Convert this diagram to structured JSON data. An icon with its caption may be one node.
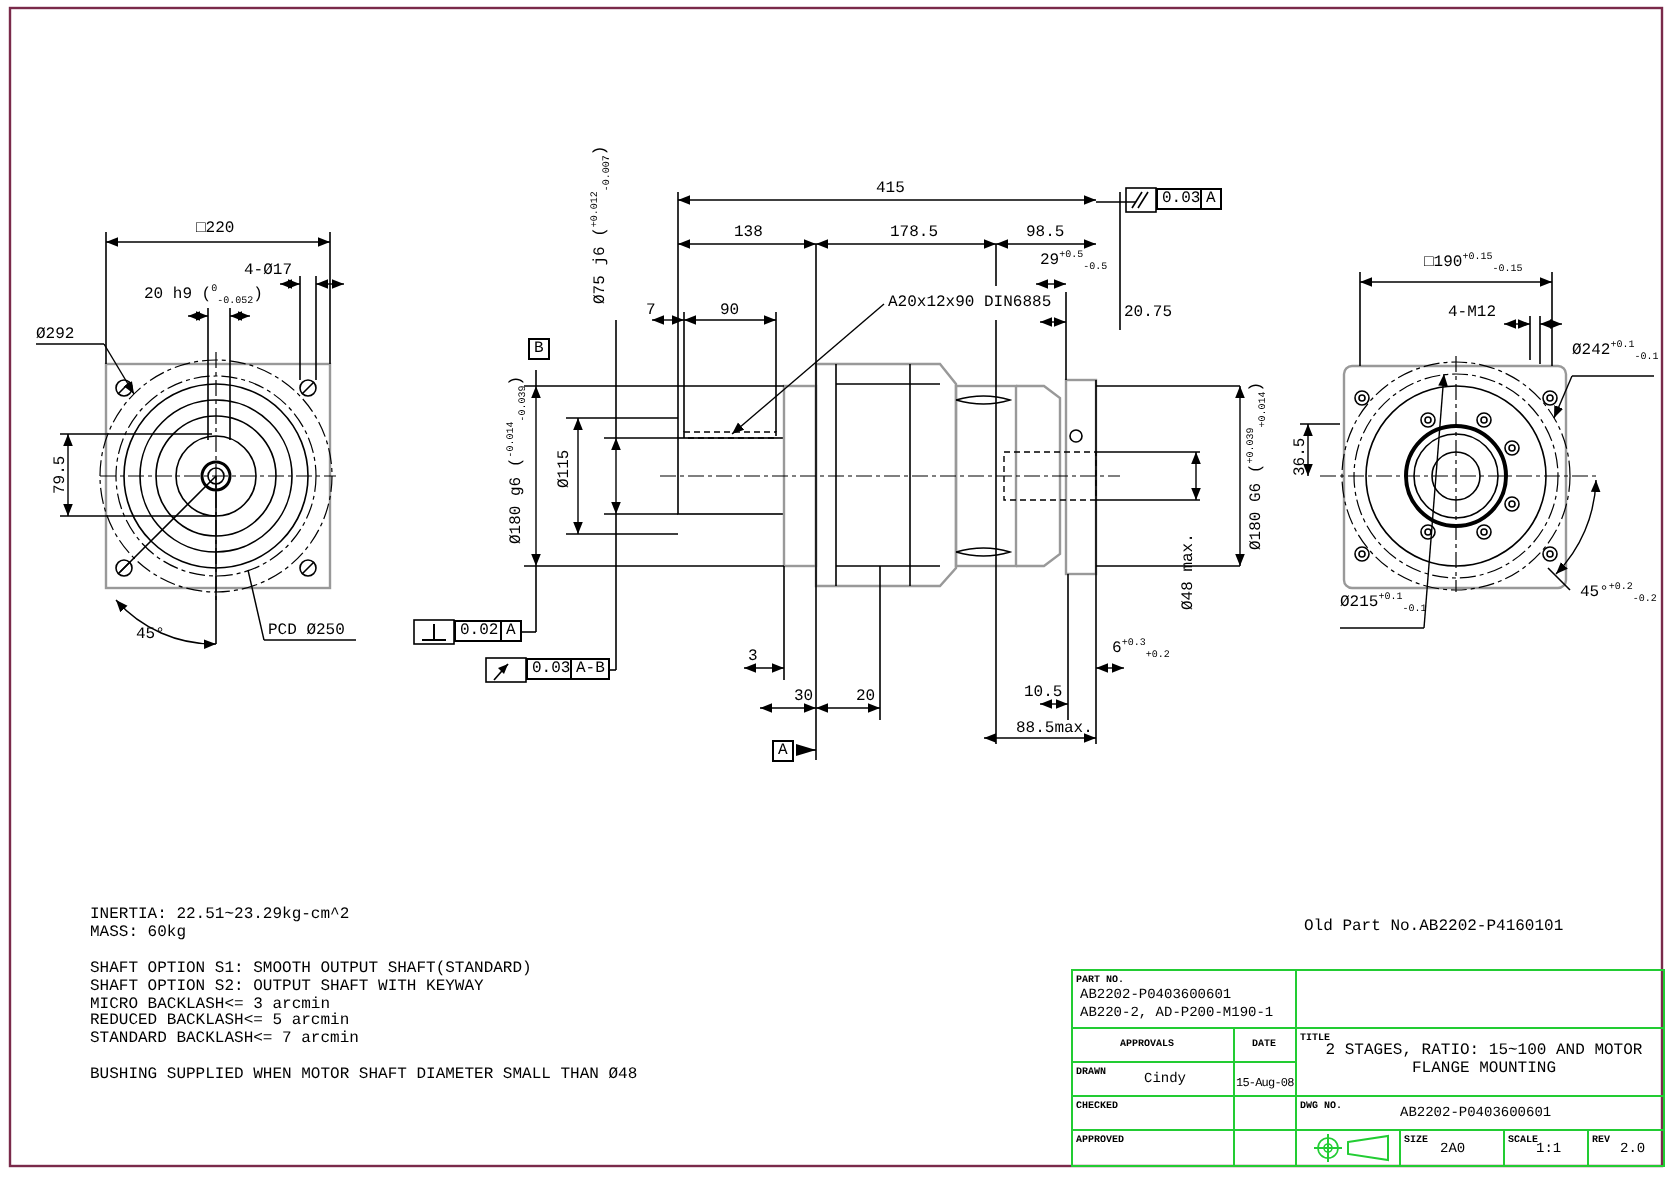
{
  "diagram": {
    "nodes": [
      {
        "text": [
          "A20x12x90 DIN6885"
        ]
      },
      {
        "text": [],
        "shape": "box"
      },
      {
        "text": [
          "Ø292"
        ]
      },
      {
        "text": [],
        "shape": "circle"
      },
      {
        "text": [
          "PCD Ø250"
        ]
      },
      {
        "text": [],
        "shape": "circle",
        "in": 3
      },
      {
        "text": [
          "Ø242$^{+0.1}$$_{-0.1}$"
        ]
      },
      {
        "text": [],
        "shape": "circle"
      },
      {
        "text": [
          "Ø215$^{+0.1}$$_{-0.1}$"
        ]
      },
      {
        "text": [],
        "shape": "circle",
        "in": 7
      }
    ],
    "edges": [
      {
        "from": 0,
        "to": 1,
        "arrow": "to"
      },
      {
        "from": 2,
        "to": 3,
        "arrow": "to"
      },
      {
        "from": 4,
        "to": 5,
        "arrow": "none"
      },
      {
        "from": 6,
        "to": 7,
        "arrow": "to"
      },
      {
        "from": 8,
        "to": 9,
        "arrow": "to"
      }
    ],
    "labels": [
      "□220",
      "4-Ø17",
      "20 h9 ($^{0}$$_{-0.052}$)",
      "79.5",
      "45°",
      "415",
      "138",
      "178.5",
      "98.5",
      "Ø75 j6 ($^{+0.012}$$_{-0.007}$)",
      "7",
      "90",
      "B",
      "Ø180 g6 ($^{-0.014}$$_{-0.039}$)",
      "Ø115",
      "0.02",
      "A",
      "0.03",
      "A-B",
      "3",
      "30",
      "20",
      "A",
      "0.03",
      "A",
      "29$^{+0.5}$$_{-0.5}$",
      "20.75",
      "Ø180 G6 ($^{+0.039}$$_{+0.014}$)",
      "Ø48 max.",
      "6$^{+0.3}$$_{+0.2}$",
      "10.5",
      "88.5max.",
      "□190$^{+0.15}$$_{-0.15}$",
      "4-M12",
      "36.5",
      "45°$^{+0.2}$$_{-0.2}$",
      "INERTIA:  22.51~23.29kg-cm^2",
      "MASS: 60kg",
      "SHAFT OPTION S1: SMOOTH OUTPUT SHAFT(STANDARD)",
      "SHAFT OPTION S2: OUTPUT SHAFT WITH KEYWAY",
      "MICRO BACKLASH<= 3 arcmin",
      "REDUCED BACKLASH<= 5 arcmin",
      "STANDARD BACKLASH<= 7 arcmin",
      "BUSHING SUPPLIED WHEN MOTOR SHAFT DIAMETER SMALL THAN Ø48",
      "Old Part No.AB2202-P4160101",
      "PART NO.",
      "AB2202-P0403600601",
      "AB220-2, AD-P200-M190-1",
      "APPROVALS",
      "DATE",
      "TITLE",
      "2 STAGES, RATIO: 15~100 AND MOTOR FLANGE MOUNTING",
      "DRAWN",
      "Cindy",
      "15-Aug-08",
      "CHECKED",
      "DWG NO.",
      "AB2202-P0403600601",
      "APPROVED",
      "SIZE",
      "2A0",
      "SCALE",
      "1:1",
      "REV",
      "2.0"
    ]
  }
}
